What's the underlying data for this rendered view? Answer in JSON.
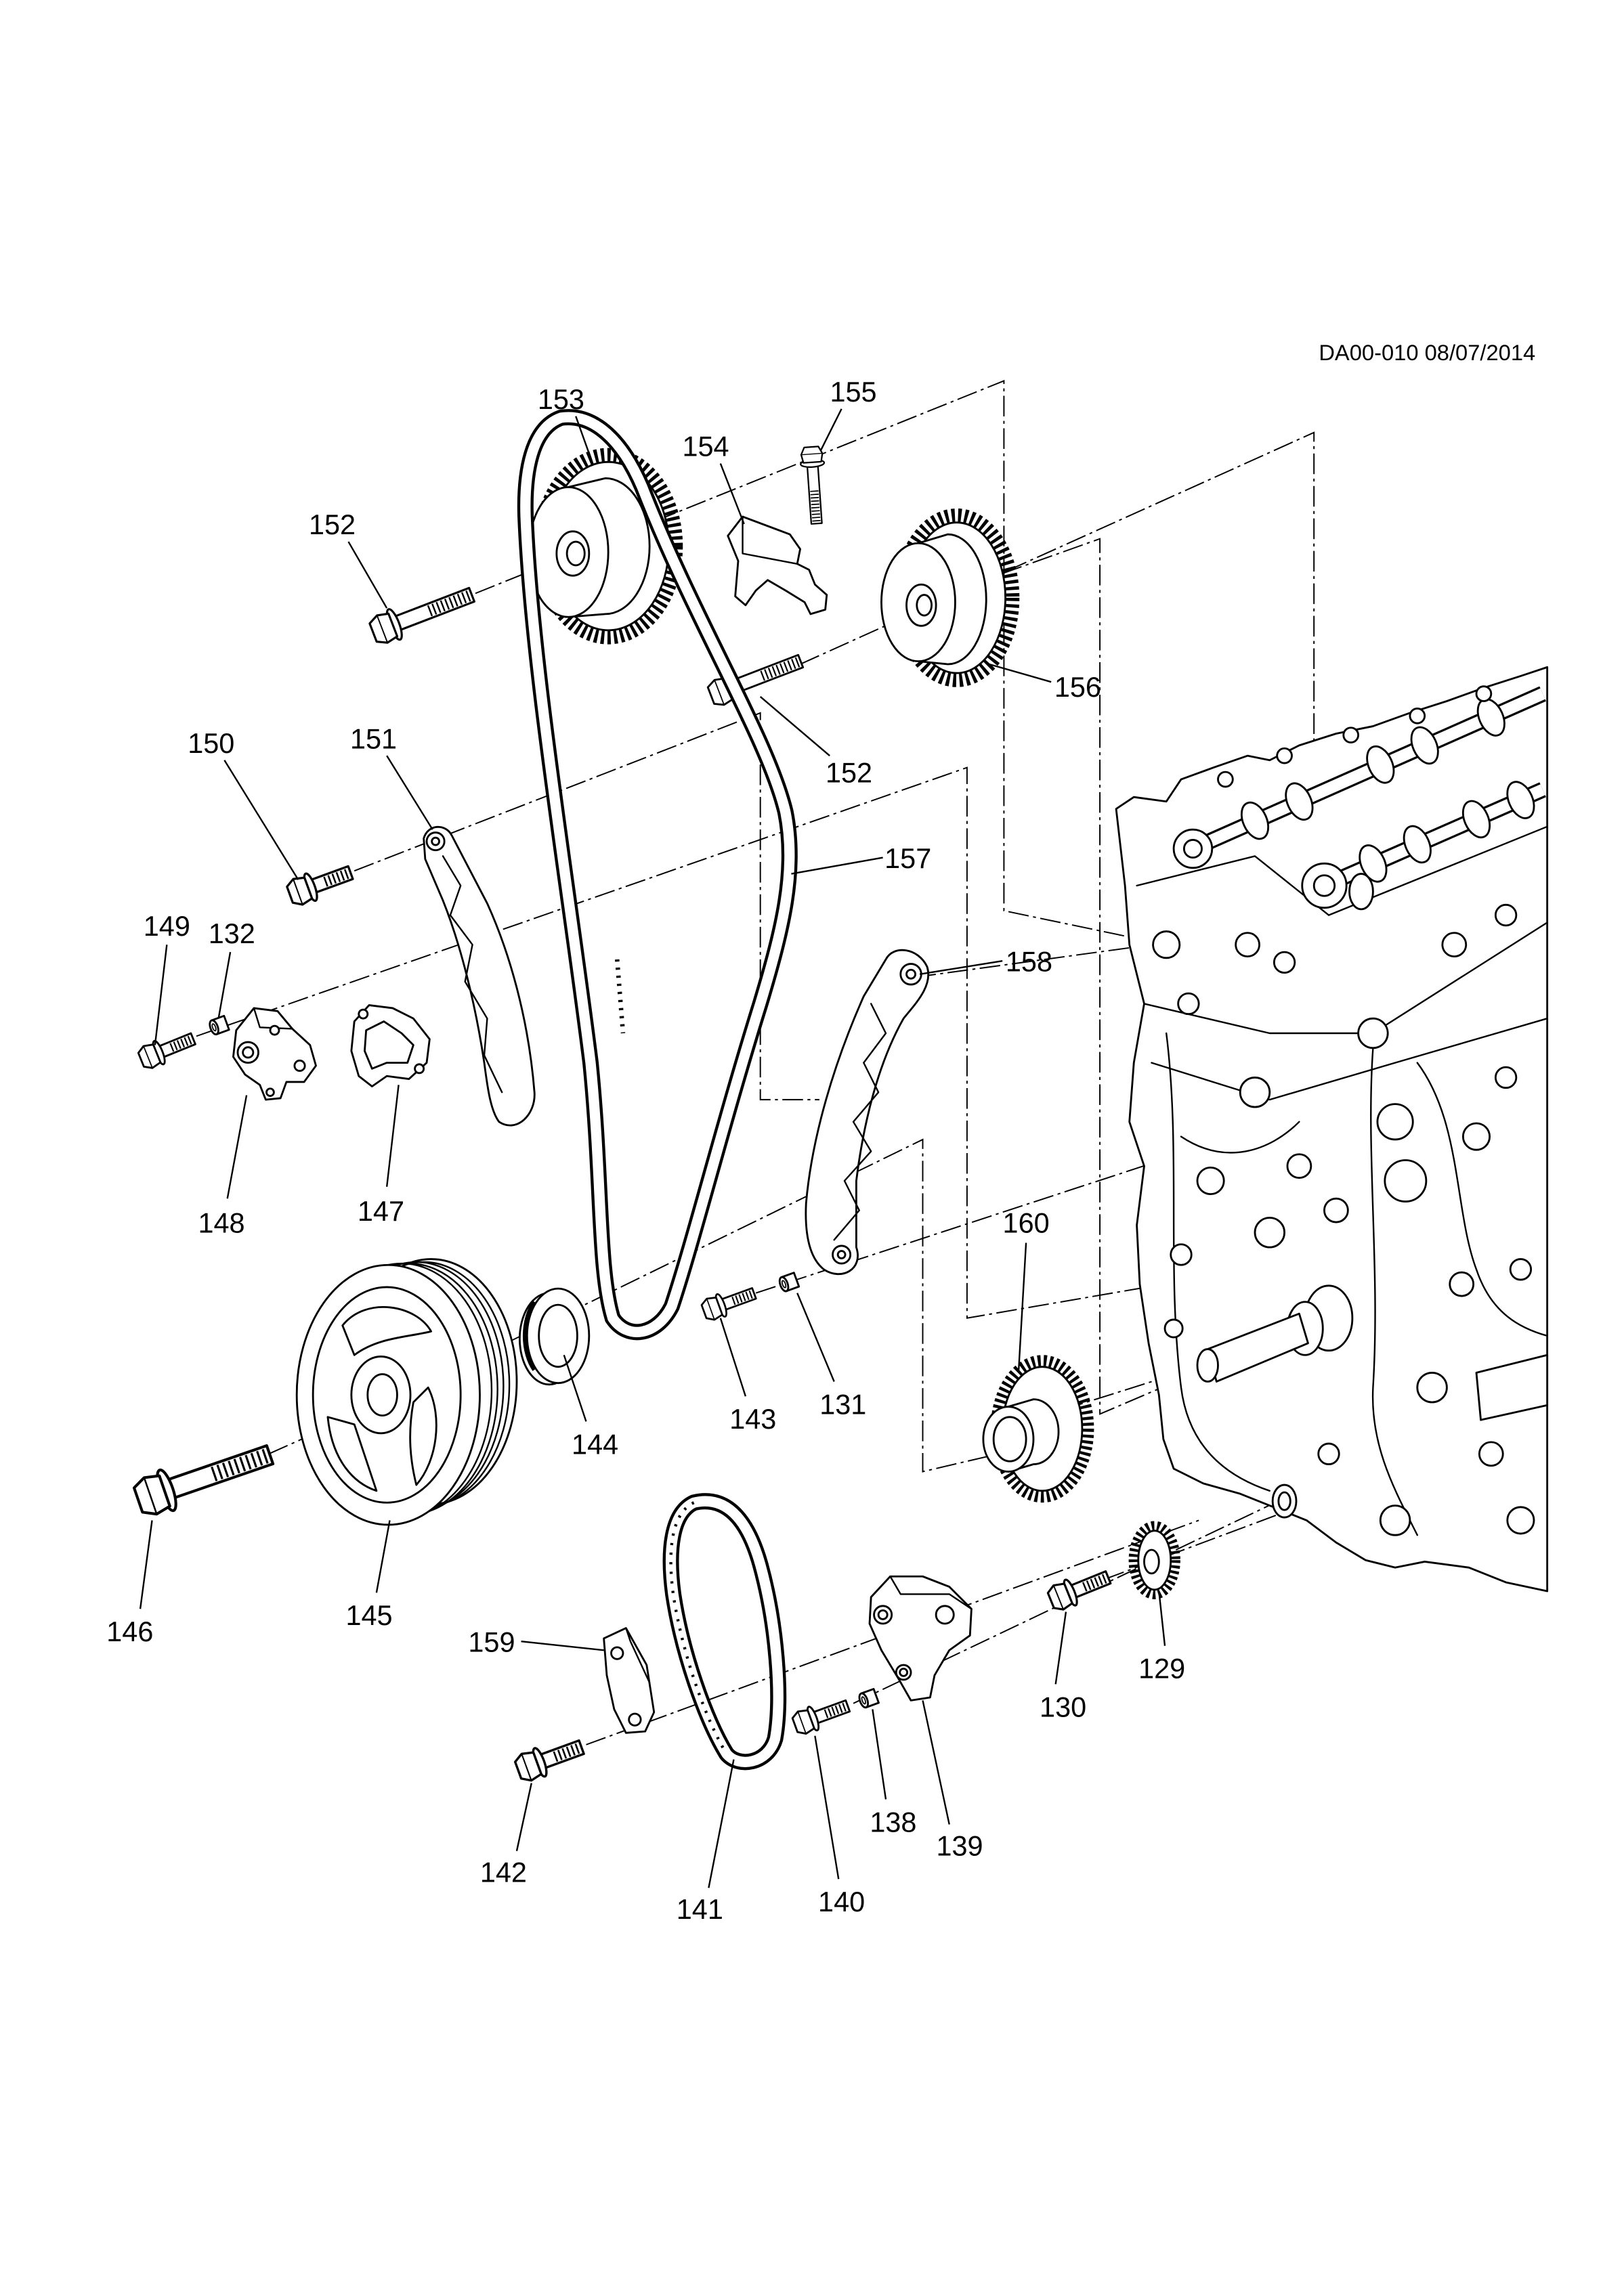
{
  "header": {
    "reference": "DA00-010 08/07/2014"
  },
  "callouts": [
    "153",
    "155",
    "154",
    "152",
    "156",
    "152",
    "150",
    "151",
    "157",
    "149",
    "132",
    "158",
    "148",
    "147",
    "160",
    "143",
    "131",
    "144",
    "145",
    "146",
    "159",
    "130",
    "129",
    "142",
    "141",
    "140",
    "138",
    "139"
  ]
}
